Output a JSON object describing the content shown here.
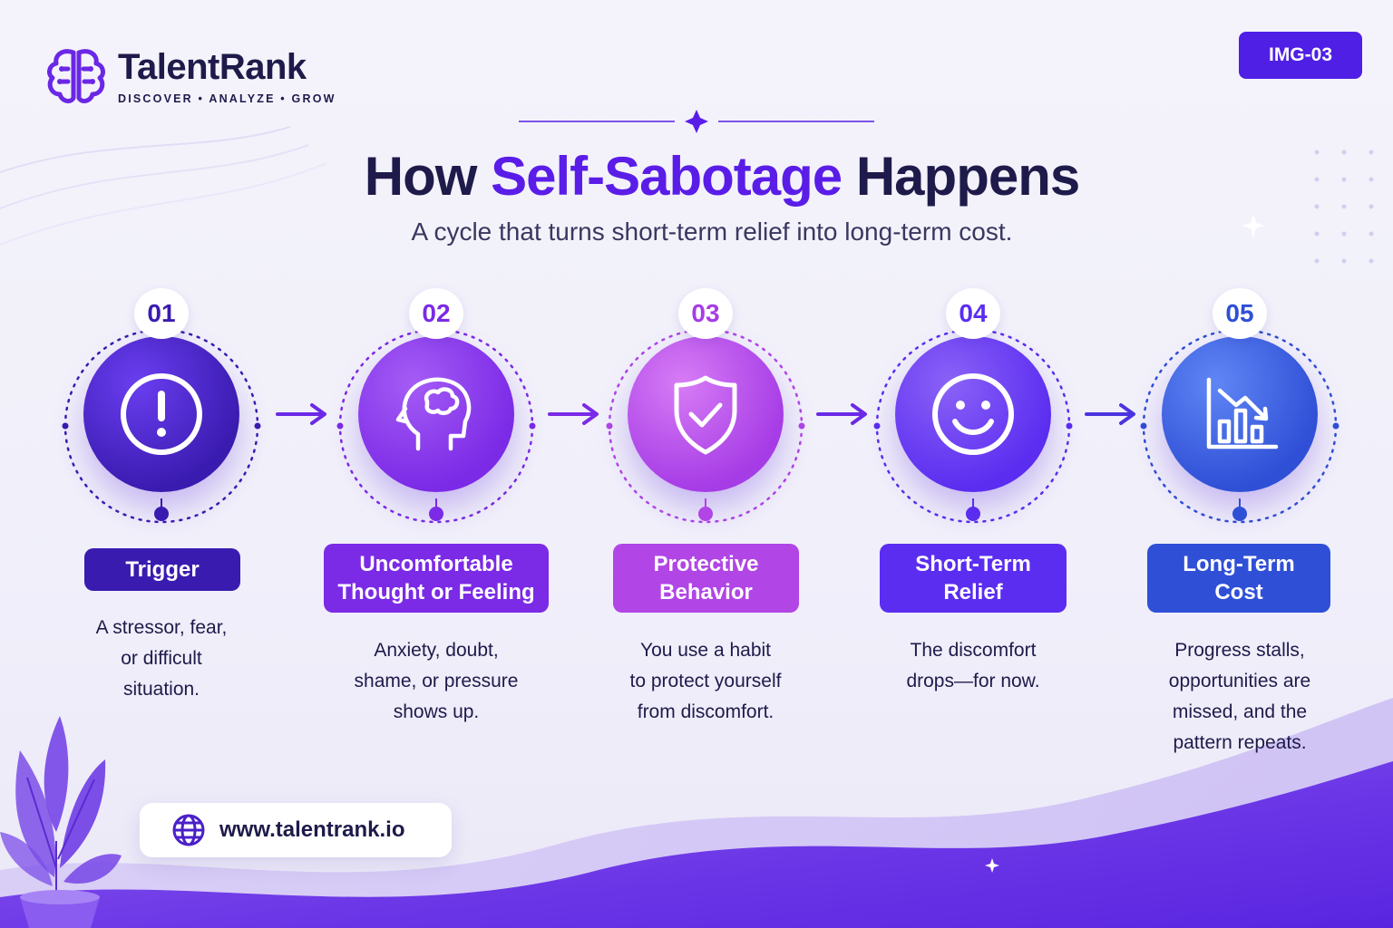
{
  "header": {
    "logo_name": "TalentRank",
    "logo_tagline": "DISCOVER • ANALYZE • GROW",
    "badge": "IMG-03"
  },
  "title": {
    "prefix": "How ",
    "accent": "Self-Sabotage",
    "suffix": " Happens"
  },
  "subtitle": "A cycle that turns short-term relief into long-term cost.",
  "steps": [
    {
      "number": "01",
      "label_line1": "Trigger",
      "label_line2": "",
      "desc_line1": "A stressor, fear,",
      "desc_line2": "or difficult",
      "desc_line3": "situation.",
      "desc_line4": "",
      "icon": "alert-icon",
      "color": "#3a1bb0"
    },
    {
      "number": "02",
      "label_line1": "Uncomfortable",
      "label_line2": "Thought or Feeling",
      "desc_line1": "Anxiety, doubt,",
      "desc_line2": "shame, or pressure",
      "desc_line3": "shows up.",
      "desc_line4": "",
      "icon": "head-brain-icon",
      "color": "#7b2ae6"
    },
    {
      "number": "03",
      "label_line1": "Protective",
      "label_line2": "Behavior",
      "desc_line1": "You use a habit",
      "desc_line2": "to protect yourself",
      "desc_line3": "from discomfort.",
      "desc_line4": "",
      "icon": "shield-check-icon",
      "color": "#b145e6"
    },
    {
      "number": "04",
      "label_line1": "Short-Term",
      "label_line2": "Relief",
      "desc_line1": "The discomfort",
      "desc_line2": "drops—for now.",
      "desc_line3": "",
      "desc_line4": "",
      "icon": "smile-icon",
      "color": "#5b2df0"
    },
    {
      "number": "05",
      "label_line1": "Long-Term",
      "label_line2": "Cost",
      "desc_line1": "Progress stalls,",
      "desc_line2": "opportunities are",
      "desc_line3": "missed, and the",
      "desc_line4": "pattern repeats.",
      "icon": "declining-chart-icon",
      "color": "#2f4fd6"
    }
  ],
  "footer": {
    "url": "www.talentrank.io"
  }
}
